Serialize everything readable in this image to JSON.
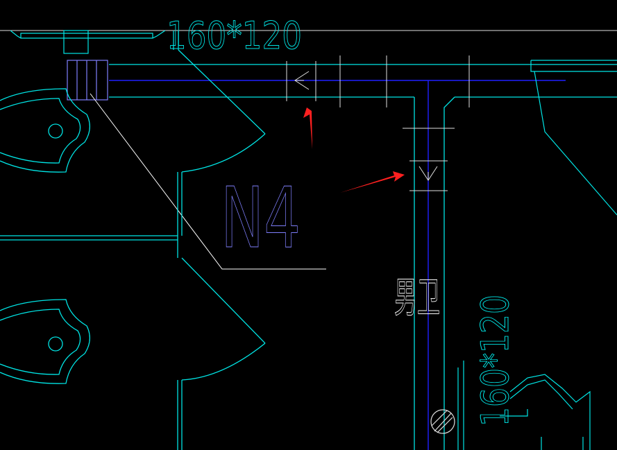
{
  "labels": {
    "top_size": "160*120",
    "room_tag": "N4",
    "room_name": "男卫",
    "right_size": "160*120"
  },
  "colors": {
    "background": "#000000",
    "wall": "#00e5e5",
    "duct": "#2020ff",
    "leader": "#ffffff",
    "tag": "#8080ff",
    "arrow": "#ff2020"
  }
}
